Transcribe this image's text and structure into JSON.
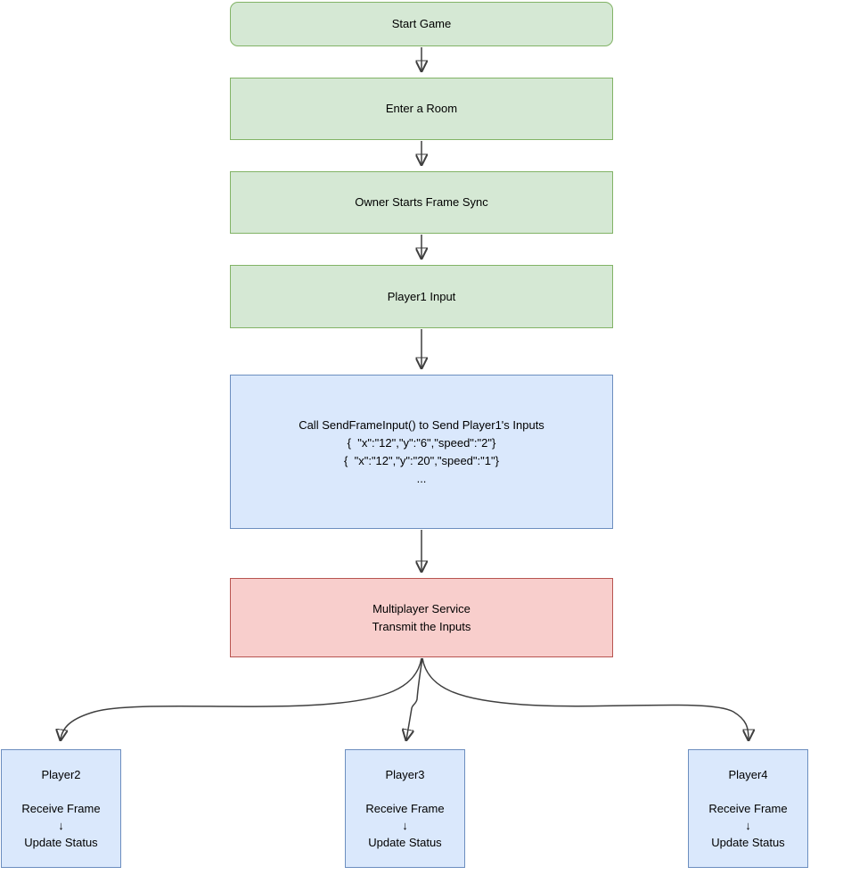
{
  "diagram": {
    "type": "flowchart",
    "colors": {
      "green_fill": "#d5e8d4",
      "green_stroke": "#82b366",
      "blue_fill": "#dae8fc",
      "blue_stroke": "#6c8ebf",
      "red_fill": "#f8cecc",
      "red_stroke": "#b85450",
      "arrow": "#3f3f3f",
      "text": "#000000"
    },
    "nodes": {
      "start_game": {
        "label": "Start Game"
      },
      "enter_room": {
        "label": "Enter a Room"
      },
      "owner_starts_frame_sync": {
        "label": "Owner Starts Frame Sync"
      },
      "player1_input": {
        "label": "Player1 Input"
      },
      "send_frame_input": {
        "line1": "Call SendFrameInput() to Send Player1's Inputs",
        "line2": "{  \"x\":\"12\",\"y\":\"6\",\"speed\":\"2\"}",
        "line3": "{  \"x\":\"12\",\"y\":\"20\",\"speed\":\"1\"}",
        "line4": "..."
      },
      "multiplayer_service": {
        "line1": "Multiplayer Service",
        "line2": "Transmit the Inputs"
      },
      "player2": {
        "title": "Player2",
        "step1": "Receive Frame",
        "arrow_glyph": "↓",
        "step2": "Update Status"
      },
      "player3": {
        "title": "Player3",
        "step1": "Receive Frame",
        "arrow_glyph": "↓",
        "step2": "Update Status"
      },
      "player4": {
        "title": "Player4",
        "step1": "Receive Frame",
        "arrow_glyph": "↓",
        "step2": "Update Status"
      }
    },
    "edges": [
      "start_game -> enter_room",
      "enter_room -> owner_starts_frame_sync",
      "owner_starts_frame_sync -> player1_input",
      "player1_input -> send_frame_input",
      "send_frame_input -> multiplayer_service",
      "multiplayer_service -> player2",
      "multiplayer_service -> player3",
      "multiplayer_service -> player4"
    ]
  }
}
